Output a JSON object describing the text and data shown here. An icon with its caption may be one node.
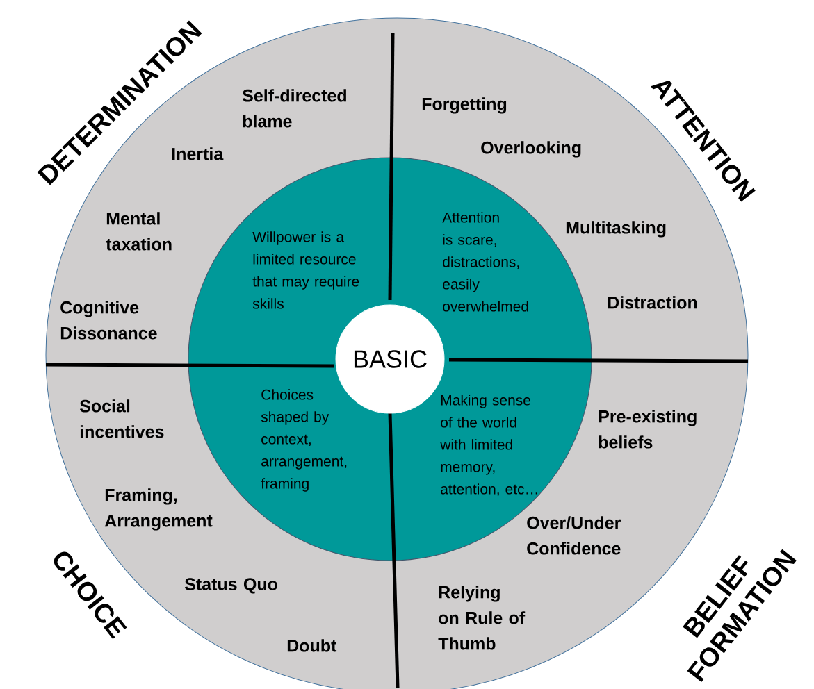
{
  "diagram": {
    "nodes": [
      {
        "text": [
          "Self-directed blame",
          "Inertia",
          "Mental taxation",
          "Cognitive Dissonance",
          "Forgetting",
          "Overlooking",
          "Multitasking",
          "Distraction",
          "Pre-existing beliefs",
          "Over/Under Confidence",
          "Relying on Rule of Thumb",
          "Social incentives",
          "Framing, Arrangement",
          "Status Quo",
          "Doubt"
        ]
      },
      {
        "text": [
          "Willpower is a limited resource that may require skills",
          "Attention is scare, distractions, easily overwhelmed",
          "Choices shaped by context, arrangement, framing",
          "Making sense of the world with limited memory, attention, etc…"
        ],
        "in": 0
      },
      {
        "text": [
          "BASIC"
        ],
        "in": 1
      }
    ],
    "labels": [
      "DETERMINATION",
      "ATTENTION",
      "CHOICE",
      "BELIEF FORMATION"
    ]
  }
}
